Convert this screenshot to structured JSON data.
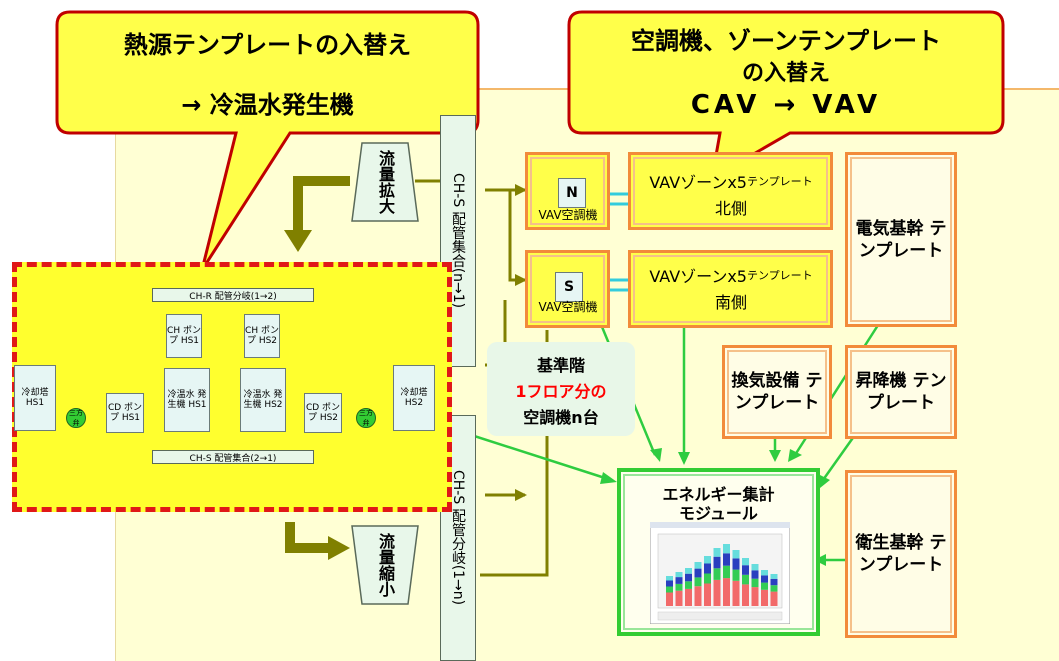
{
  "callouts": {
    "left": {
      "line1": "熱源テンプレートの入替え",
      "line2": "→ 冷温水発生機"
    },
    "right": {
      "line1": "空調機、ゾーンテンプレート",
      "line2": "の入替え",
      "line3": "CAV → VAV"
    }
  },
  "pipes": {
    "header_top": "CH-R 配管分岐(1→2)",
    "header_bottom": "CH-S 配管集合(2→1)",
    "vertical_top": "CH-S 配管集合(n→1)",
    "vertical_bottom": "CH-S 配管分岐(1→n)"
  },
  "flow": {
    "expand": "流量拡大",
    "shrink": "流量縮小"
  },
  "equipment": {
    "tower1": "冷却塔 HS1",
    "tower2": "冷却塔 HS2",
    "chpump1": "CH ポンプ HS1",
    "chpump2": "CH ポンプ HS2",
    "chiller1": "冷温水 発生機 HS1",
    "chiller2": "冷温水 発生機 HS2",
    "cdpump1": "CD ポンプ HS1",
    "cdpump2": "CD ポンプ HS2",
    "valve": "三方弁"
  },
  "vav": {
    "north_unit": "VAV空調機",
    "south_unit": "VAV空調機",
    "north_cube": "N",
    "south_cube": "S",
    "north_zone_1": "VAVゾーンx5",
    "north_zone_small": "テンプレート",
    "north_zone_2": "北側",
    "south_zone_1": "VAVゾーンx5",
    "south_zone_small": "テンプレート",
    "south_zone_2": "南側"
  },
  "templates": {
    "electric": "電気基幹 テンプレート",
    "ventilation": "換気設備 テンプレート",
    "elevator": "昇降機 テンプレート",
    "sanitary": "衛生基幹 テンプレート"
  },
  "floor_note": {
    "line1": "基準階",
    "line2": "1フロア分の",
    "line3": "空調機n台"
  },
  "energy_module": {
    "line1": "エネルギー集計",
    "line2": "モジュール"
  },
  "colors": {
    "callout_fill": "#ffff4a",
    "callout_border": "#c00000",
    "background_panel": "#ffffd4",
    "heat_source_area": "#ffff2e",
    "dashed_border": "#e01818",
    "arrow_olive": "#808000",
    "arrow_green": "#2ecc40",
    "template_border": "#f28b3a",
    "energy_border": "#33cc33",
    "highlight_red": "#ff0000"
  }
}
